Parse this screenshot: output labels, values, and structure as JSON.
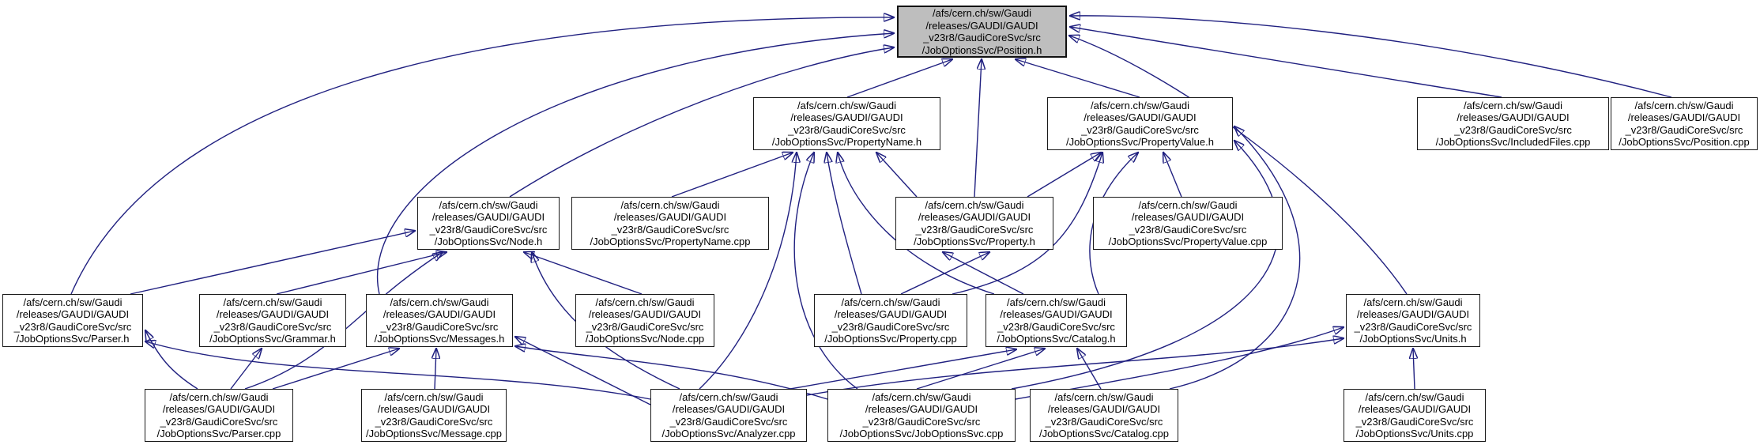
{
  "diagram": {
    "root": "position_h",
    "colors": {
      "background": "#ffffff",
      "node_fill": "#ffffff",
      "root_fill": "#bebebe",
      "node_border": "#1a1a1a",
      "edge": "#202080"
    },
    "nodes": [
      {
        "id": "position_h",
        "file": "Position.h",
        "lines": [
          "/afs/cern.ch/sw/Gaudi",
          "/releases/GAUDI/GAUDI",
          "_v23r8/GaudiCoreSvc/src",
          "/JobOptionsSvc/Position.h"
        ]
      },
      {
        "id": "propertyname_h",
        "file": "PropertyName.h",
        "lines": [
          "/afs/cern.ch/sw/Gaudi",
          "/releases/GAUDI/GAUDI",
          "_v23r8/GaudiCoreSvc/src",
          "/JobOptionsSvc/PropertyName.h"
        ]
      },
      {
        "id": "propertyvalue_h",
        "file": "PropertyValue.h",
        "lines": [
          "/afs/cern.ch/sw/Gaudi",
          "/releases/GAUDI/GAUDI",
          "_v23r8/GaudiCoreSvc/src",
          "/JobOptionsSvc/PropertyValue.h"
        ]
      },
      {
        "id": "includedfiles_cpp",
        "file": "IncludedFiles.cpp",
        "lines": [
          "/afs/cern.ch/sw/Gaudi",
          "/releases/GAUDI/GAUDI",
          "_v23r8/GaudiCoreSvc/src",
          "/JobOptionsSvc/IncludedFiles.cpp"
        ]
      },
      {
        "id": "position_cpp",
        "file": "Position.cpp",
        "lines": [
          "/afs/cern.ch/sw/Gaudi",
          "/releases/GAUDI/GAUDI",
          "_v23r8/GaudiCoreSvc/src",
          "/JobOptionsSvc/Position.cpp"
        ]
      },
      {
        "id": "node_h",
        "file": "Node.h",
        "lines": [
          "/afs/cern.ch/sw/Gaudi",
          "/releases/GAUDI/GAUDI",
          "_v23r8/GaudiCoreSvc/src",
          "/JobOptionsSvc/Node.h"
        ]
      },
      {
        "id": "propertyname_cpp",
        "file": "PropertyName.cpp",
        "lines": [
          "/afs/cern.ch/sw/Gaudi",
          "/releases/GAUDI/GAUDI",
          "_v23r8/GaudiCoreSvc/src",
          "/JobOptionsSvc/PropertyName.cpp"
        ]
      },
      {
        "id": "property_h",
        "file": "Property.h",
        "lines": [
          "/afs/cern.ch/sw/Gaudi",
          "/releases/GAUDI/GAUDI",
          "_v23r8/GaudiCoreSvc/src",
          "/JobOptionsSvc/Property.h"
        ]
      },
      {
        "id": "propertyvalue_cpp",
        "file": "PropertyValue.cpp",
        "lines": [
          "/afs/cern.ch/sw/Gaudi",
          "/releases/GAUDI/GAUDI",
          "_v23r8/GaudiCoreSvc/src",
          "/JobOptionsSvc/PropertyValue.cpp"
        ]
      },
      {
        "id": "parser_h",
        "file": "Parser.h",
        "lines": [
          "/afs/cern.ch/sw/Gaudi",
          "/releases/GAUDI/GAUDI",
          "_v23r8/GaudiCoreSvc/src",
          "/JobOptionsSvc/Parser.h"
        ]
      },
      {
        "id": "grammar_h",
        "file": "Grammar.h",
        "lines": [
          "/afs/cern.ch/sw/Gaudi",
          "/releases/GAUDI/GAUDI",
          "_v23r8/GaudiCoreSvc/src",
          "/JobOptionsSvc/Grammar.h"
        ]
      },
      {
        "id": "messages_h",
        "file": "Messages.h",
        "lines": [
          "/afs/cern.ch/sw/Gaudi",
          "/releases/GAUDI/GAUDI",
          "_v23r8/GaudiCoreSvc/src",
          "/JobOptionsSvc/Messages.h"
        ]
      },
      {
        "id": "node_cpp",
        "file": "Node.cpp",
        "lines": [
          "/afs/cern.ch/sw/Gaudi",
          "/releases/GAUDI/GAUDI",
          "_v23r8/GaudiCoreSvc/src",
          "/JobOptionsSvc/Node.cpp"
        ]
      },
      {
        "id": "property_cpp",
        "file": "Property.cpp",
        "lines": [
          "/afs/cern.ch/sw/Gaudi",
          "/releases/GAUDI/GAUDI",
          "_v23r8/GaudiCoreSvc/src",
          "/JobOptionsSvc/Property.cpp"
        ]
      },
      {
        "id": "catalog_h",
        "file": "Catalog.h",
        "lines": [
          "/afs/cern.ch/sw/Gaudi",
          "/releases/GAUDI/GAUDI",
          "_v23r8/GaudiCoreSvc/src",
          "/JobOptionsSvc/Catalog.h"
        ]
      },
      {
        "id": "units_h",
        "file": "Units.h",
        "lines": [
          "/afs/cern.ch/sw/Gaudi",
          "/releases/GAUDI/GAUDI",
          "_v23r8/GaudiCoreSvc/src",
          "/JobOptionsSvc/Units.h"
        ]
      },
      {
        "id": "parser_cpp",
        "file": "Parser.cpp",
        "lines": [
          "/afs/cern.ch/sw/Gaudi",
          "/releases/GAUDI/GAUDI",
          "_v23r8/GaudiCoreSvc/src",
          "/JobOptionsSvc/Parser.cpp"
        ]
      },
      {
        "id": "message_cpp",
        "file": "Message.cpp",
        "lines": [
          "/afs/cern.ch/sw/Gaudi",
          "/releases/GAUDI/GAUDI",
          "_v23r8/GaudiCoreSvc/src",
          "/JobOptionsSvc/Message.cpp"
        ]
      },
      {
        "id": "analyzer_cpp",
        "file": "Analyzer.cpp",
        "lines": [
          "/afs/cern.ch/sw/Gaudi",
          "/releases/GAUDI/GAUDI",
          "_v23r8/GaudiCoreSvc/src",
          "/JobOptionsSvc/Analyzer.cpp"
        ]
      },
      {
        "id": "joboptionssvc_cpp",
        "file": "JobOptionsSvc.cpp",
        "lines": [
          "/afs/cern.ch/sw/Gaudi",
          "/releases/GAUDI/GAUDI",
          "_v23r8/GaudiCoreSvc/src",
          "/JobOptionsSvc/JobOptionsSvc.cpp"
        ]
      },
      {
        "id": "catalog_cpp",
        "file": "Catalog.cpp",
        "lines": [
          "/afs/cern.ch/sw/Gaudi",
          "/releases/GAUDI/GAUDI",
          "_v23r8/GaudiCoreSvc/src",
          "/JobOptionsSvc/Catalog.cpp"
        ]
      },
      {
        "id": "units_cpp",
        "file": "Units.cpp",
        "lines": [
          "/afs/cern.ch/sw/Gaudi",
          "/releases/GAUDI/GAUDI",
          "_v23r8/GaudiCoreSvc/src",
          "/JobOptionsSvc/Units.cpp"
        ]
      }
    ],
    "edges": [
      {
        "from": "propertyname_h",
        "to": "position_h"
      },
      {
        "from": "propertyvalue_h",
        "to": "position_h"
      },
      {
        "from": "property_h",
        "to": "position_h"
      },
      {
        "from": "node_h",
        "to": "position_h"
      },
      {
        "from": "parser_h",
        "to": "position_h"
      },
      {
        "from": "messages_h",
        "to": "position_h"
      },
      {
        "from": "units_h",
        "to": "position_h"
      },
      {
        "from": "includedfiles_cpp",
        "to": "position_h"
      },
      {
        "from": "position_cpp",
        "to": "position_h"
      },
      {
        "from": "propertyname_cpp",
        "to": "propertyname_h"
      },
      {
        "from": "property_h",
        "to": "propertyname_h"
      },
      {
        "from": "property_cpp",
        "to": "propertyname_h"
      },
      {
        "from": "catalog_h",
        "to": "propertyname_h"
      },
      {
        "from": "analyzer_cpp",
        "to": "propertyname_h"
      },
      {
        "from": "joboptionssvc_cpp",
        "to": "propertyname_h"
      },
      {
        "from": "property_h",
        "to": "propertyvalue_h"
      },
      {
        "from": "propertyvalue_cpp",
        "to": "propertyvalue_h"
      },
      {
        "from": "property_cpp",
        "to": "propertyvalue_h"
      },
      {
        "from": "catalog_h",
        "to": "propertyvalue_h"
      },
      {
        "from": "joboptionssvc_cpp",
        "to": "propertyvalue_h"
      },
      {
        "from": "catalog_cpp",
        "to": "propertyvalue_h"
      },
      {
        "from": "property_cpp",
        "to": "property_h"
      },
      {
        "from": "catalog_h",
        "to": "property_h"
      },
      {
        "from": "grammar_h",
        "to": "node_h"
      },
      {
        "from": "node_cpp",
        "to": "node_h"
      },
      {
        "from": "parser_cpp",
        "to": "node_h"
      },
      {
        "from": "analyzer_cpp",
        "to": "node_h"
      },
      {
        "from": "parser_h",
        "to": "node_h"
      },
      {
        "from": "parser_cpp",
        "to": "parser_h"
      },
      {
        "from": "analyzer_cpp",
        "to": "parser_h"
      },
      {
        "from": "parser_cpp",
        "to": "grammar_h"
      },
      {
        "from": "message_cpp",
        "to": "messages_h"
      },
      {
        "from": "parser_cpp",
        "to": "messages_h"
      },
      {
        "from": "analyzer_cpp",
        "to": "messages_h"
      },
      {
        "from": "joboptionssvc_cpp",
        "to": "messages_h"
      },
      {
        "from": "analyzer_cpp",
        "to": "catalog_h"
      },
      {
        "from": "joboptionssvc_cpp",
        "to": "catalog_h"
      },
      {
        "from": "catalog_cpp",
        "to": "catalog_h"
      },
      {
        "from": "units_cpp",
        "to": "units_h"
      },
      {
        "from": "analyzer_cpp",
        "to": "units_h"
      },
      {
        "from": "joboptionssvc_cpp",
        "to": "units_h"
      }
    ]
  }
}
